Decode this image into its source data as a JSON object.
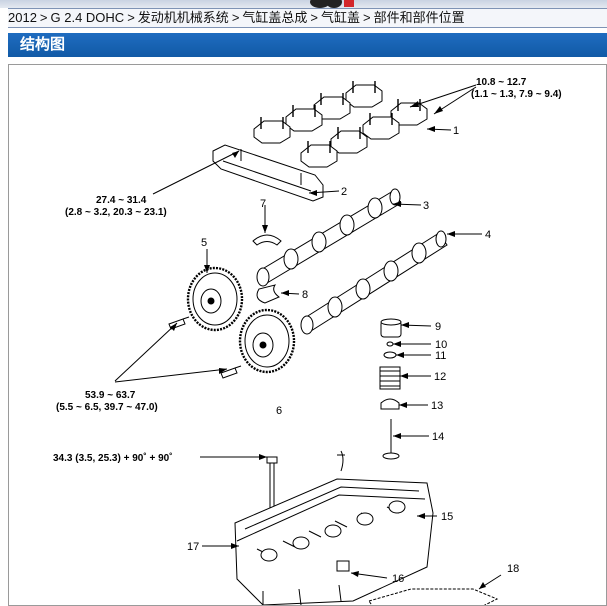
{
  "breadcrumb": {
    "items": [
      "2012",
      "G 2.4 DOHC",
      "发动机机械系统",
      "气缸盖总成",
      "气缸盖",
      "部件和部件位置"
    ],
    "separator": ">"
  },
  "section": {
    "title": "结构图"
  },
  "diagram": {
    "torques": {
      "t1_a": "10.8 ~ 12.7",
      "t1_b": "(1.1 ~ 1.3, 7.9 ~ 9.4)",
      "t2_a": "27.4 ~ 31.4",
      "t2_b": "(2.8 ~ 3.2, 20.3 ~ 23.1)",
      "t3_a": "53.9 ~ 63.7",
      "t3_b": "(5.5 ~ 6.5, 39.7 ~ 47.0)",
      "t4": "34.3 (3.5, 25.3) + 90˚ + 90˚"
    },
    "labels": [
      "1",
      "2",
      "3",
      "4",
      "5",
      "6",
      "7",
      "8",
      "9",
      "10",
      "11",
      "12",
      "13",
      "14",
      "15",
      "16",
      "17",
      "18"
    ]
  },
  "colors": {
    "header": "#1666b8",
    "breadcrumb_border": "#7e93b5"
  }
}
